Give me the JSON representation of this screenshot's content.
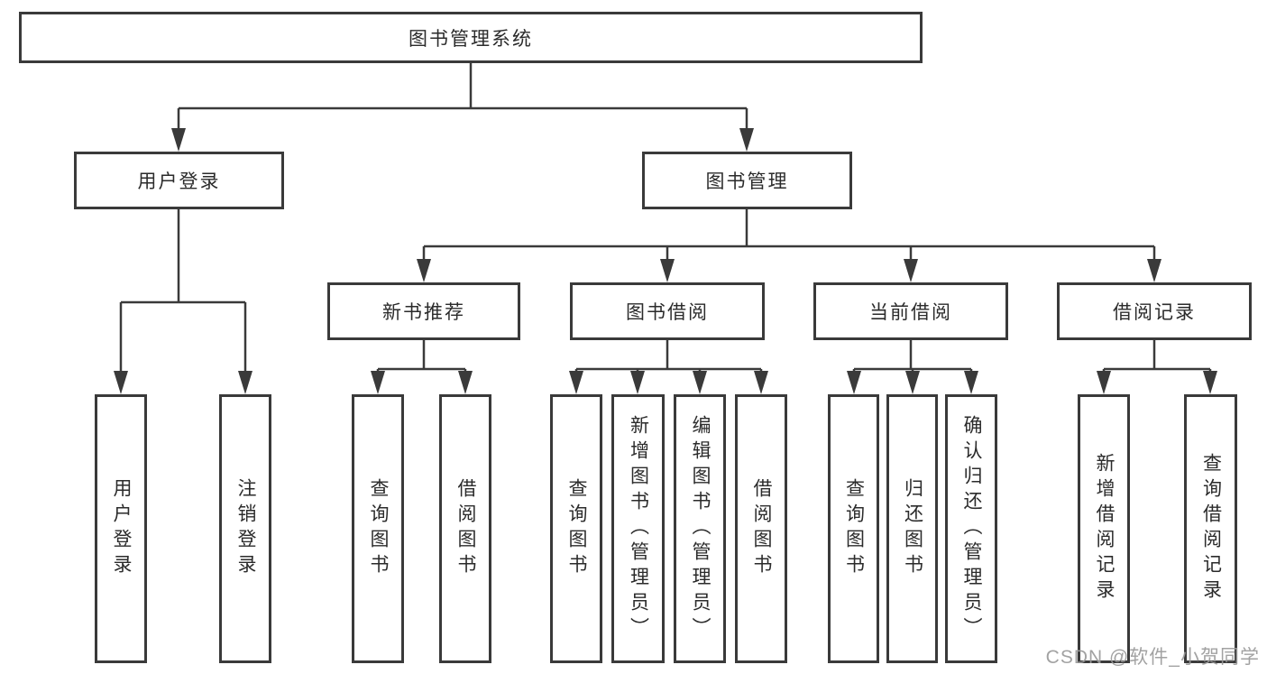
{
  "diagram": {
    "root": "图书管理系统",
    "user_login": {
      "label": "用户登录",
      "children": {
        "login": "用户登录",
        "logout": "注销登录"
      }
    },
    "book_management": {
      "label": "图书管理",
      "sections": {
        "new_book": {
          "label": "新书推荐",
          "children": {
            "query": "查询图书",
            "borrow": "借阅图书"
          }
        },
        "book_borrow": {
          "label": "图书借阅",
          "children": {
            "query": "查询图书",
            "add": "新增图书（管理员）",
            "edit": "编辑图书（管理员）",
            "borrow": "借阅图书"
          }
        },
        "current_borrow": {
          "label": "当前借阅",
          "children": {
            "query": "查询图书",
            "return": "归还图书",
            "confirm_return": "确认归还（管理员）"
          }
        },
        "borrow_records": {
          "label": "借阅记录",
          "children": {
            "add_record": "新增借阅记录",
            "query_record": "查询借阅记录"
          }
        }
      }
    }
  },
  "watermark": "CSDN @软件_小贺同学",
  "colors": {
    "line": "#3a3a3a",
    "text": "#2b2b2b",
    "watermark": "#9a9a9a",
    "background": "#ffffff"
  }
}
